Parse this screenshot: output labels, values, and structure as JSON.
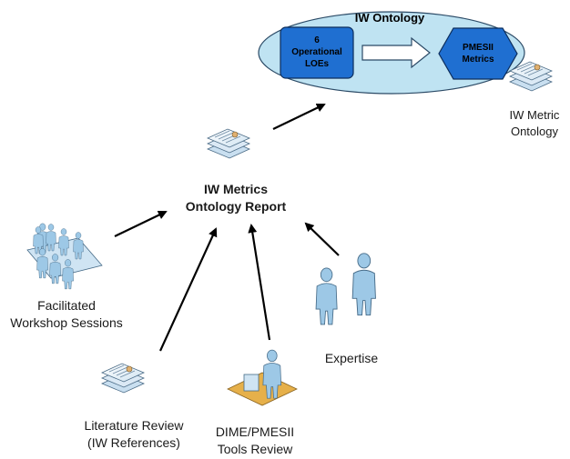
{
  "ontology": {
    "title": "IW Ontology",
    "box_label_line1": "6",
    "box_label_line2": "Operational",
    "box_label_line3": "LOEs",
    "hex_label_line1": "PMESII",
    "hex_label_line2": "Metrics"
  },
  "nodes": {
    "metric_ontology_line1": "IW Metric",
    "metric_ontology_line2": "Ontology",
    "report_line1": "IW Metrics",
    "report_line2": "Ontology Report",
    "workshop_line1": "Facilitated",
    "workshop_line2": "Workshop Sessions",
    "literature_line1": "Literature Review",
    "literature_line2": "(IW References)",
    "tools_line1": "DIME/PMESII",
    "tools_line2": "Tools Review",
    "expertise": "Expertise"
  },
  "colors": {
    "ellipse_fill": "#bfe3f2",
    "box_fill": "#1f6fd1",
    "arrow": "#000000",
    "figure_fill": "#9dc8e6"
  }
}
